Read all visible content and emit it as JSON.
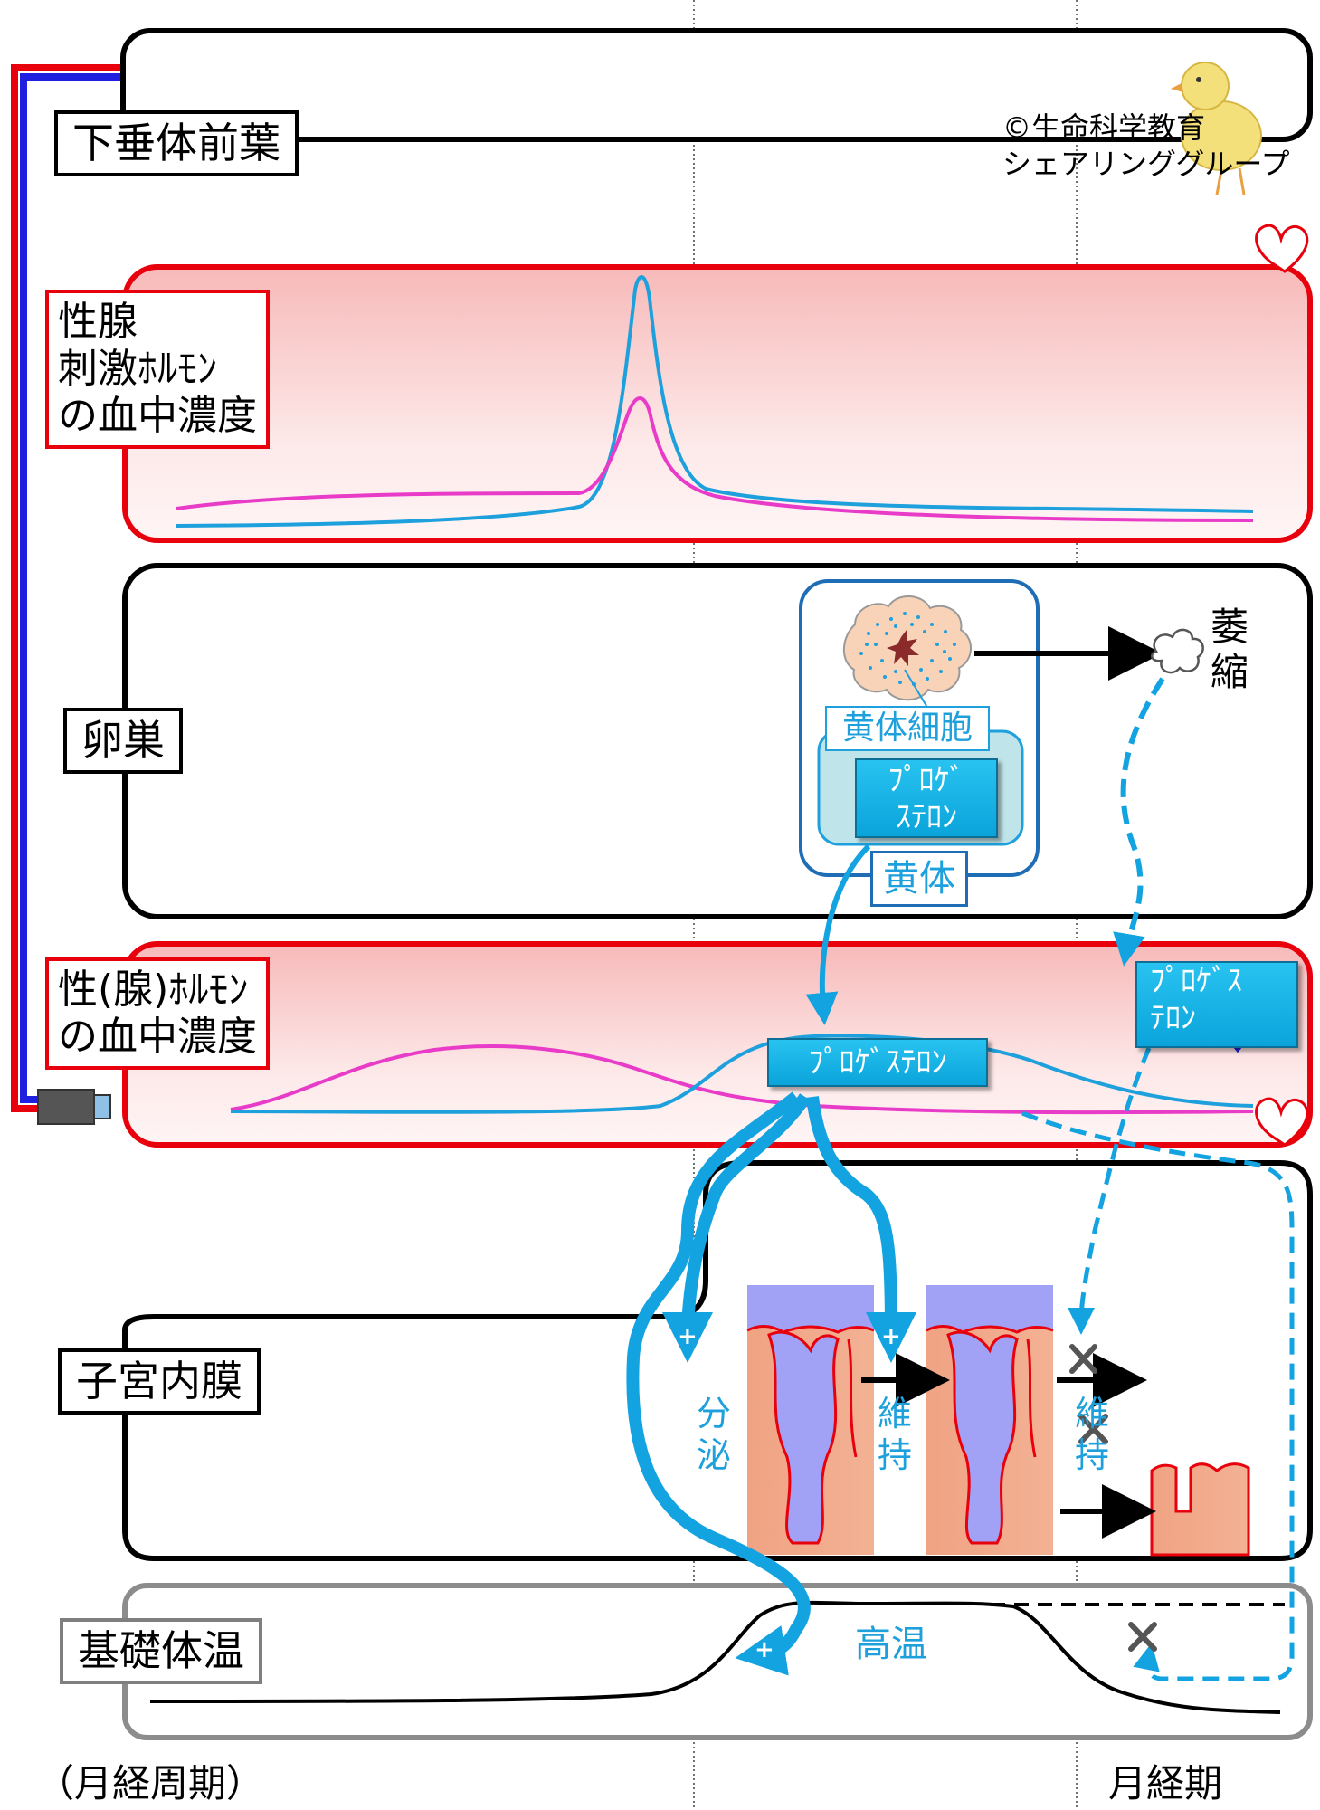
{
  "copyright": {
    "line1": "©生命科学教育",
    "line2": "シェアリンググループ"
  },
  "rows": {
    "pituitary": "下垂体前葉",
    "gonadotropin": {
      "line1": "性腺",
      "line2": "刺激ﾎﾙﾓﾝ",
      "line3": "の血中濃度"
    },
    "ovary": "卵巣",
    "sex_hormone": {
      "line1": "性(腺)ﾎﾙﾓﾝ",
      "line2": "の血中濃度"
    },
    "endometrium": "子宮内膜",
    "body_temp": "基礎体温"
  },
  "ovary_box": {
    "luteal_cells": "黄体細胞",
    "progesterone": {
      "line1": "ﾌﾟﾛｹﾞ",
      "line2": "ｽﾃﾛﾝ"
    },
    "corpus_luteum": "黄体",
    "atrophy": {
      "line1": "萎",
      "line2": "縮"
    }
  },
  "progesterone_center": "ﾌﾟﾛｹﾞｽﾃﾛﾝ",
  "progesterone_right": {
    "line1": "ﾌﾟﾛｹﾞｽ",
    "line2": "ﾃﾛﾝ"
  },
  "endometrium_labels": {
    "secretion": {
      "line1": "分",
      "line2": "泌"
    },
    "maintain": {
      "line1": "維",
      "line2": "持"
    },
    "maintain_crossed": {
      "line1": "維",
      "line2": "持"
    },
    "plus": "+"
  },
  "temp_high": "高温",
  "bottom": {
    "cycle": "（月経周期）",
    "menstruation": "月経期"
  },
  "colors": {
    "fsh_lh_blue": "#1ea0dc",
    "pink": "#e83cc8",
    "red_border": "#e8000c",
    "arrow_blue": "#13a3e0"
  }
}
